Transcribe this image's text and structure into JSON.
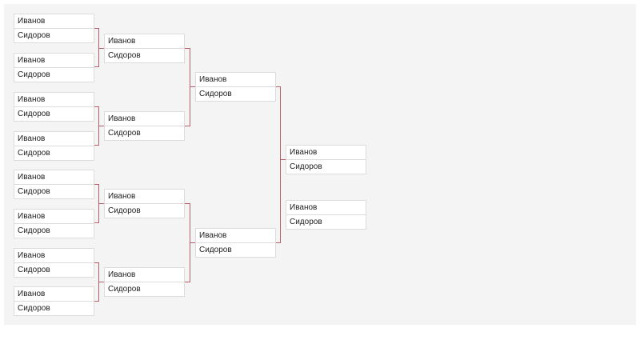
{
  "bracket": {
    "line_color": "#b5606a",
    "panel_color": "#f4f4f4",
    "round1": [
      {
        "p1": "Иванов",
        "p2": "Сидоров"
      },
      {
        "p1": "Иванов",
        "p2": "Сидоров"
      },
      {
        "p1": "Иванов",
        "p2": "Сидоров"
      },
      {
        "p1": "Иванов",
        "p2": "Сидоров"
      },
      {
        "p1": "Иванов",
        "p2": "Сидоров"
      },
      {
        "p1": "Иванов",
        "p2": "Сидоров"
      },
      {
        "p1": "Иванов",
        "p2": "Сидоров"
      },
      {
        "p1": "Иванов",
        "p2": "Сидоров"
      }
    ],
    "round2": [
      {
        "p1": "Иванов",
        "p2": "Сидоров"
      },
      {
        "p1": "Иванов",
        "p2": "Сидоров"
      },
      {
        "p1": "Иванов",
        "p2": "Сидоров"
      },
      {
        "p1": "Иванов",
        "p2": "Сидоров"
      }
    ],
    "round3": [
      {
        "p1": "Иванов",
        "p2": "Сидоров"
      },
      {
        "p1": "Иванов",
        "p2": "Сидоров"
      }
    ],
    "final": {
      "p1": "Иванов",
      "p2": "Сидоров"
    },
    "third_place": {
      "p1": "Иванов",
      "p2": "Сидоров"
    }
  }
}
